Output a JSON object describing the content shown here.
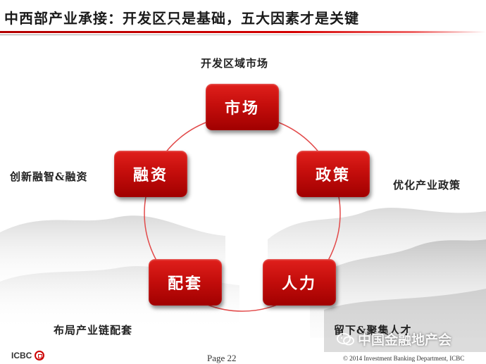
{
  "header": {
    "title": "中西部产业承接：开发区只是基础，五大因素才是关键"
  },
  "cycle": {
    "nodes": [
      {
        "label": "市场",
        "caption": "开发区域市场"
      },
      {
        "label": "政策",
        "caption": "优化产业政策"
      },
      {
        "label": "人力",
        "caption": "留下&聚集人才"
      },
      {
        "label": "配套",
        "caption": "布局产业链配套"
      },
      {
        "label": "融资",
        "caption": "创新融智&融资"
      }
    ],
    "ring_color": "#e24a4a",
    "node_color": "#c50e0c"
  },
  "footer": {
    "logo_text": "ICBC",
    "page": "Page 22",
    "copyright": "© 2014 Investment Banking Department, ICBC"
  },
  "watermark": {
    "text": "中国金融地产会",
    "icon": "wechat-icon"
  }
}
